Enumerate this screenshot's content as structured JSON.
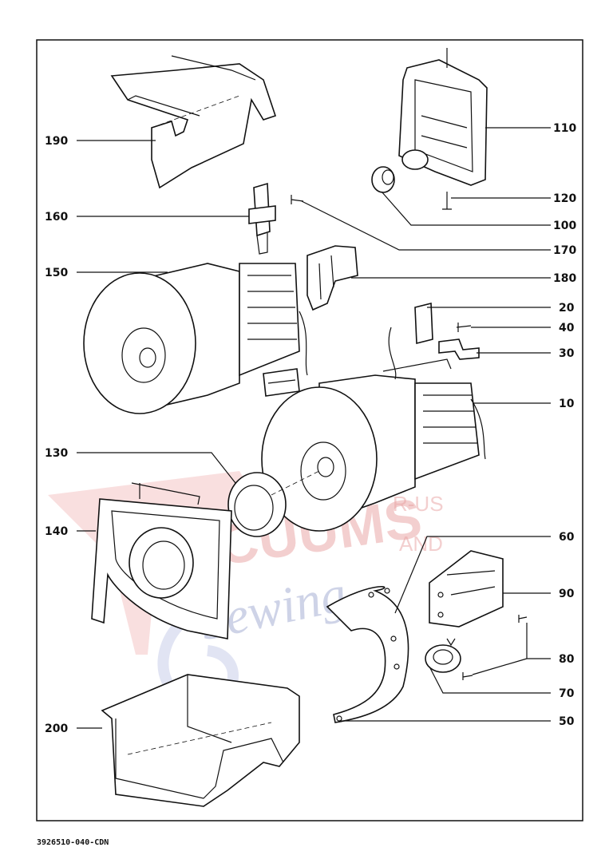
{
  "drawing_code": "3926510-040-CDN",
  "watermark": {
    "brand": "VACUUMS",
    "r_us": "R-US",
    "and": "AND",
    "sewing": "Sewing"
  },
  "callouts": [
    {
      "id": "190",
      "side": "left"
    },
    {
      "id": "160",
      "side": "left"
    },
    {
      "id": "150",
      "side": "left"
    },
    {
      "id": "130",
      "side": "left"
    },
    {
      "id": "140",
      "side": "left"
    },
    {
      "id": "200",
      "side": "left"
    },
    {
      "id": "110",
      "side": "right"
    },
    {
      "id": "120",
      "side": "right"
    },
    {
      "id": "100",
      "side": "right"
    },
    {
      "id": "170",
      "side": "right"
    },
    {
      "id": "180",
      "side": "right"
    },
    {
      "id": "20",
      "side": "right"
    },
    {
      "id": "40",
      "side": "right"
    },
    {
      "id": "30",
      "side": "right"
    },
    {
      "id": "10",
      "side": "right"
    },
    {
      "id": "60",
      "side": "right"
    },
    {
      "id": "90",
      "side": "right"
    },
    {
      "id": "80",
      "side": "right"
    },
    {
      "id": "70",
      "side": "right"
    },
    {
      "id": "50",
      "side": "right"
    }
  ]
}
